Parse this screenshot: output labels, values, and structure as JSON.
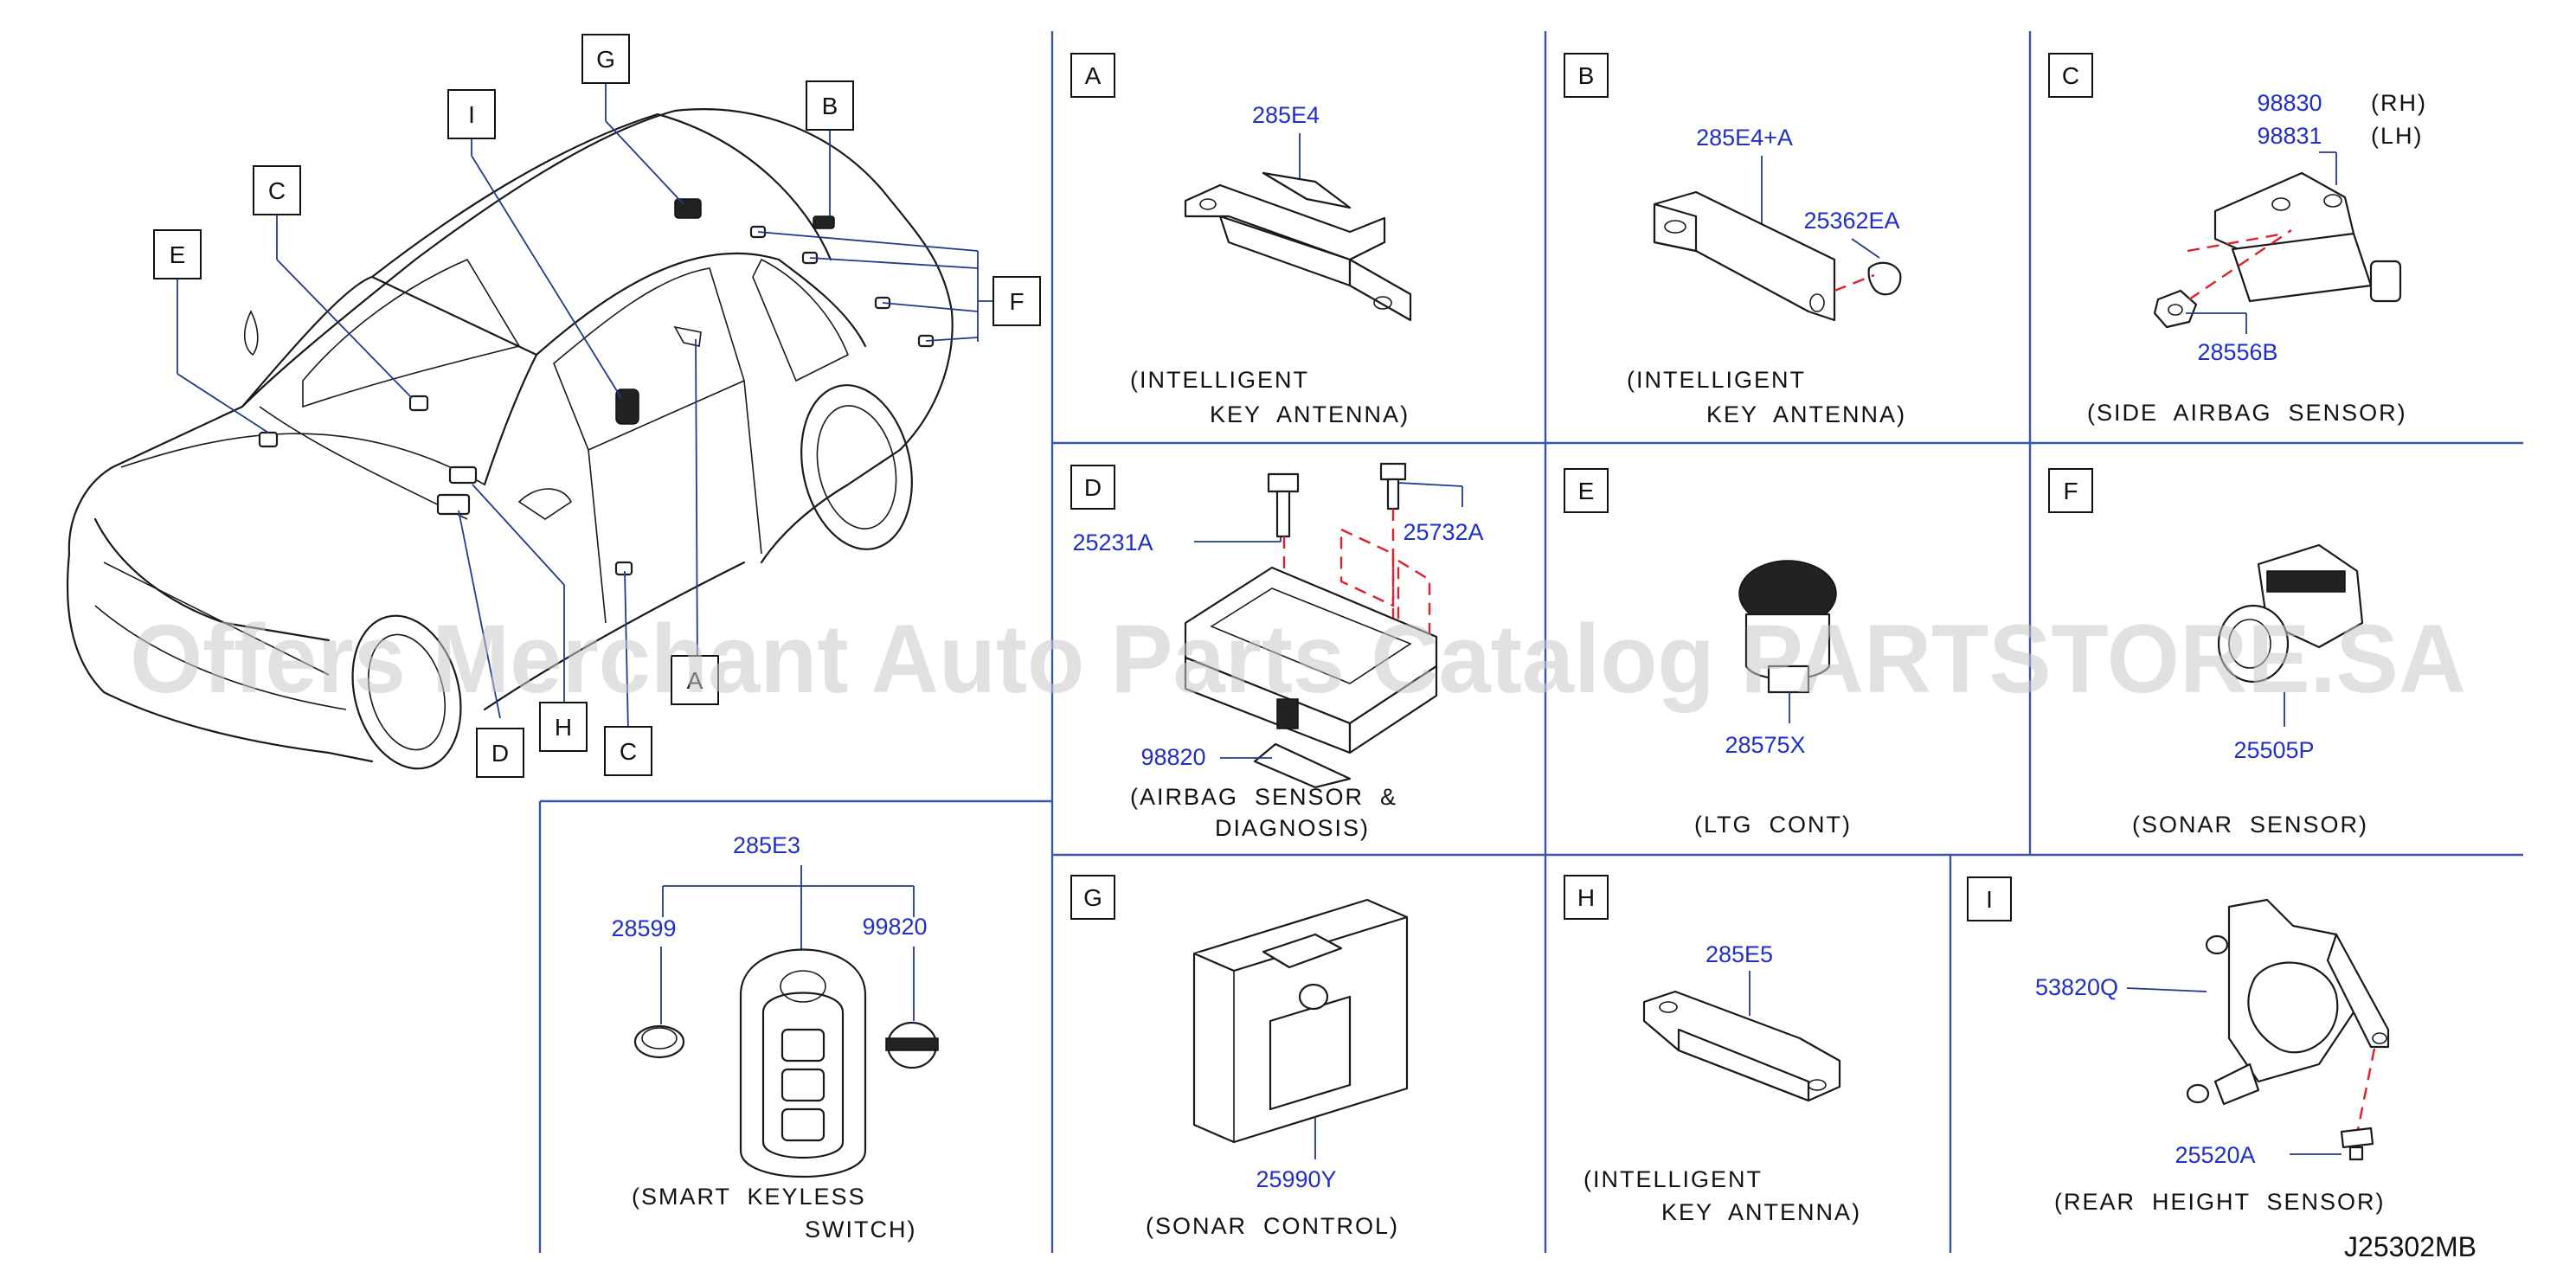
{
  "watermark": "Offers Merchant Auto Parts Catalog PARTSTORE.SA",
  "diagram_code": "J25302MB",
  "vehicle_callouts": [
    "A",
    "B",
    "C",
    "D",
    "E",
    "F",
    "G",
    "H",
    "I"
  ],
  "panels": {
    "A": {
      "letter": "A",
      "parts": [
        "285E4"
      ],
      "caption": [
        "(INTELLIGENT",
        "KEY  ANTENNA)"
      ]
    },
    "B": {
      "letter": "B",
      "parts": [
        "285E4+A",
        "25362EA"
      ],
      "caption": [
        "(INTELLIGENT",
        "KEY  ANTENNA)"
      ]
    },
    "C": {
      "letter": "C",
      "parts": [
        "98830",
        "98831",
        "28556B"
      ],
      "side_rh": "(RH)",
      "side_lh": "(LH)",
      "caption": [
        "(SIDE  AIRBAG  SENSOR)"
      ]
    },
    "D": {
      "letter": "D",
      "parts": [
        "25231A",
        "25732A",
        "98820"
      ],
      "caption": [
        "(AIRBAG  SENSOR  &",
        "DIAGNOSIS)"
      ]
    },
    "E": {
      "letter": "E",
      "parts": [
        "28575X"
      ],
      "caption": [
        "(LTG  CONT)"
      ]
    },
    "F": {
      "letter": "F",
      "parts": [
        "25505P"
      ],
      "caption": [
        "(SONAR  SENSOR)"
      ]
    },
    "G": {
      "letter": "G",
      "parts": [
        "25990Y"
      ],
      "caption": [
        "(SONAR  CONTROL)"
      ]
    },
    "H": {
      "letter": "H",
      "parts": [
        "285E5"
      ],
      "caption": [
        "(INTELLIGENT",
        "KEY  ANTENNA)"
      ]
    },
    "I": {
      "letter": "I",
      "parts": [
        "53820Q",
        "25520A"
      ],
      "caption": [
        "(REAR  HEIGHT  SENSOR)"
      ]
    },
    "KEY": {
      "parts": [
        "285E3",
        "28599",
        "99820"
      ],
      "caption": [
        "(SMART  KEYLESS",
        "SWITCH)"
      ]
    }
  }
}
